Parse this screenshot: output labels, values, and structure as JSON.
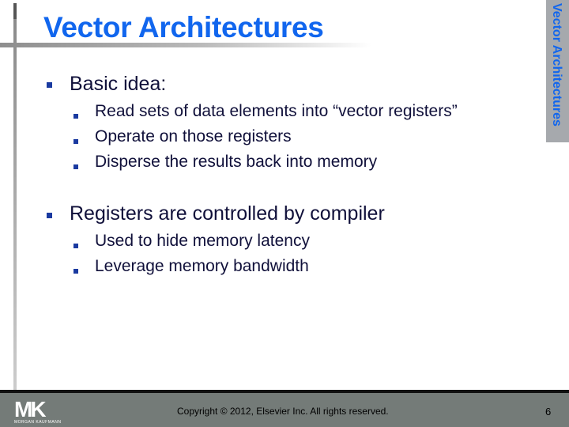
{
  "title": "Vector Architectures",
  "side_label": "Vector Architectures",
  "bullets": [
    {
      "text": "Basic idea:",
      "sub": [
        "Read sets of data elements into “vector registers”",
        "Operate on those registers",
        "Disperse the results back into memory"
      ]
    },
    {
      "text": "Registers are controlled by compiler",
      "sub": [
        "Used to hide memory latency",
        "Leverage memory bandwidth"
      ]
    }
  ],
  "footer": {
    "logo": "MK",
    "logo_sub": "MORGAN KAUFMANN",
    "copyright": "Copyright © 2012, Elsevier Inc. All rights reserved.",
    "page": "6"
  },
  "colors": {
    "title": "#1166ee",
    "footer": "#747b78",
    "sidebar": "#a6a9ad",
    "bullet": "#1a3aa0"
  }
}
